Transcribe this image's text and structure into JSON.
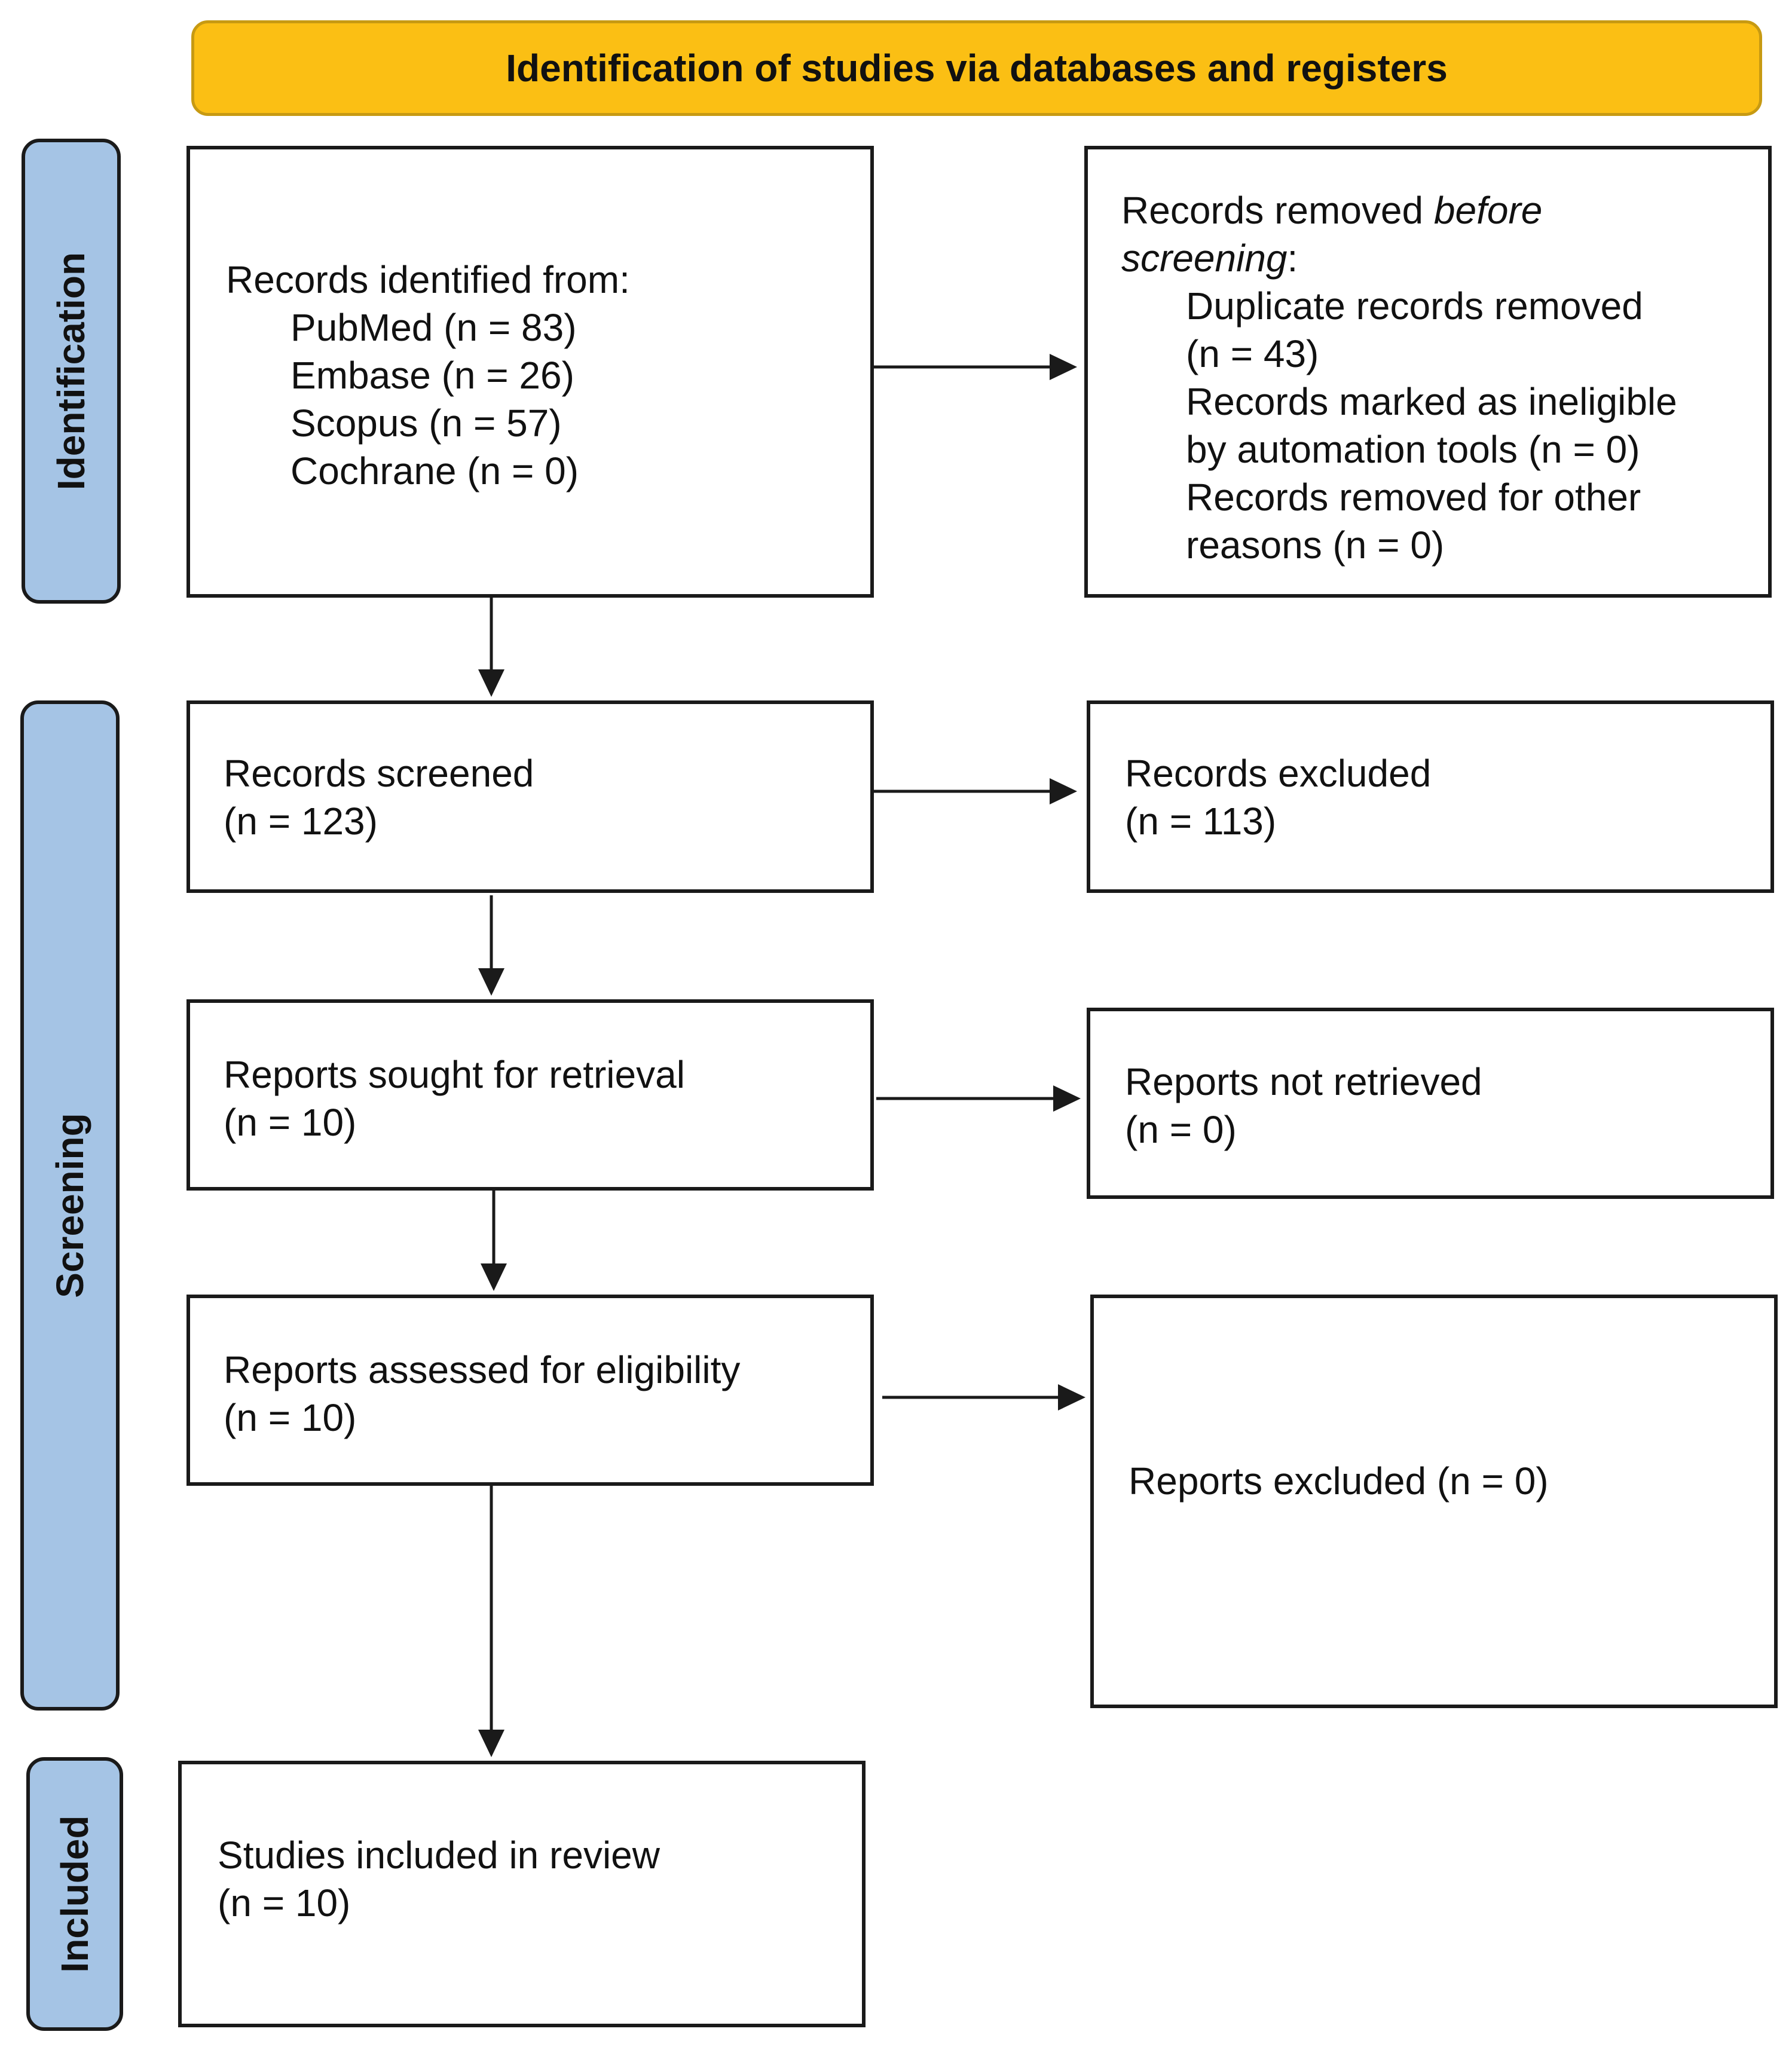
{
  "header": {
    "title": "Identification of studies via databases and registers"
  },
  "phases": {
    "identification": "Identification",
    "screening": "Screening",
    "included": "Included"
  },
  "colors": {
    "header_fill": "#fbbf14",
    "header_border": "#c79a12",
    "phase_fill": "#a5c4e5",
    "line": "#1a1a1a"
  },
  "identified": {
    "heading": "Records identified from:",
    "sources": [
      "PubMed (n = 83)",
      "Embase (n = 26)",
      "Scopus (n = 57)",
      "Cochrane (n = 0)"
    ]
  },
  "removed": {
    "heading_plain": "Records removed ",
    "heading_italic_1": "before",
    "heading_italic_2": "screening",
    "heading_colon": ":",
    "items": [
      "Duplicate records removed",
      "(n = 43)",
      "Records marked as ineligible",
      "by automation tools (n = 0)",
      "Records removed for other",
      "reasons (n = 0)"
    ]
  },
  "screened": {
    "label": "Records screened",
    "count": "(n = 123)"
  },
  "excluded": {
    "label": "Records excluded",
    "count": "(n = 113)"
  },
  "sought": {
    "label": "Reports sought for retrieval",
    "count": "(n = 10)"
  },
  "not_retrieved": {
    "label": "Reports not retrieved",
    "count": "(n = 0)"
  },
  "assessed": {
    "label": "Reports assessed for eligibility",
    "count": "(n = 10)"
  },
  "reports_excluded": {
    "label": "Reports excluded (n = 0)"
  },
  "included": {
    "label": "Studies included in review",
    "count": "(n = 10)"
  }
}
